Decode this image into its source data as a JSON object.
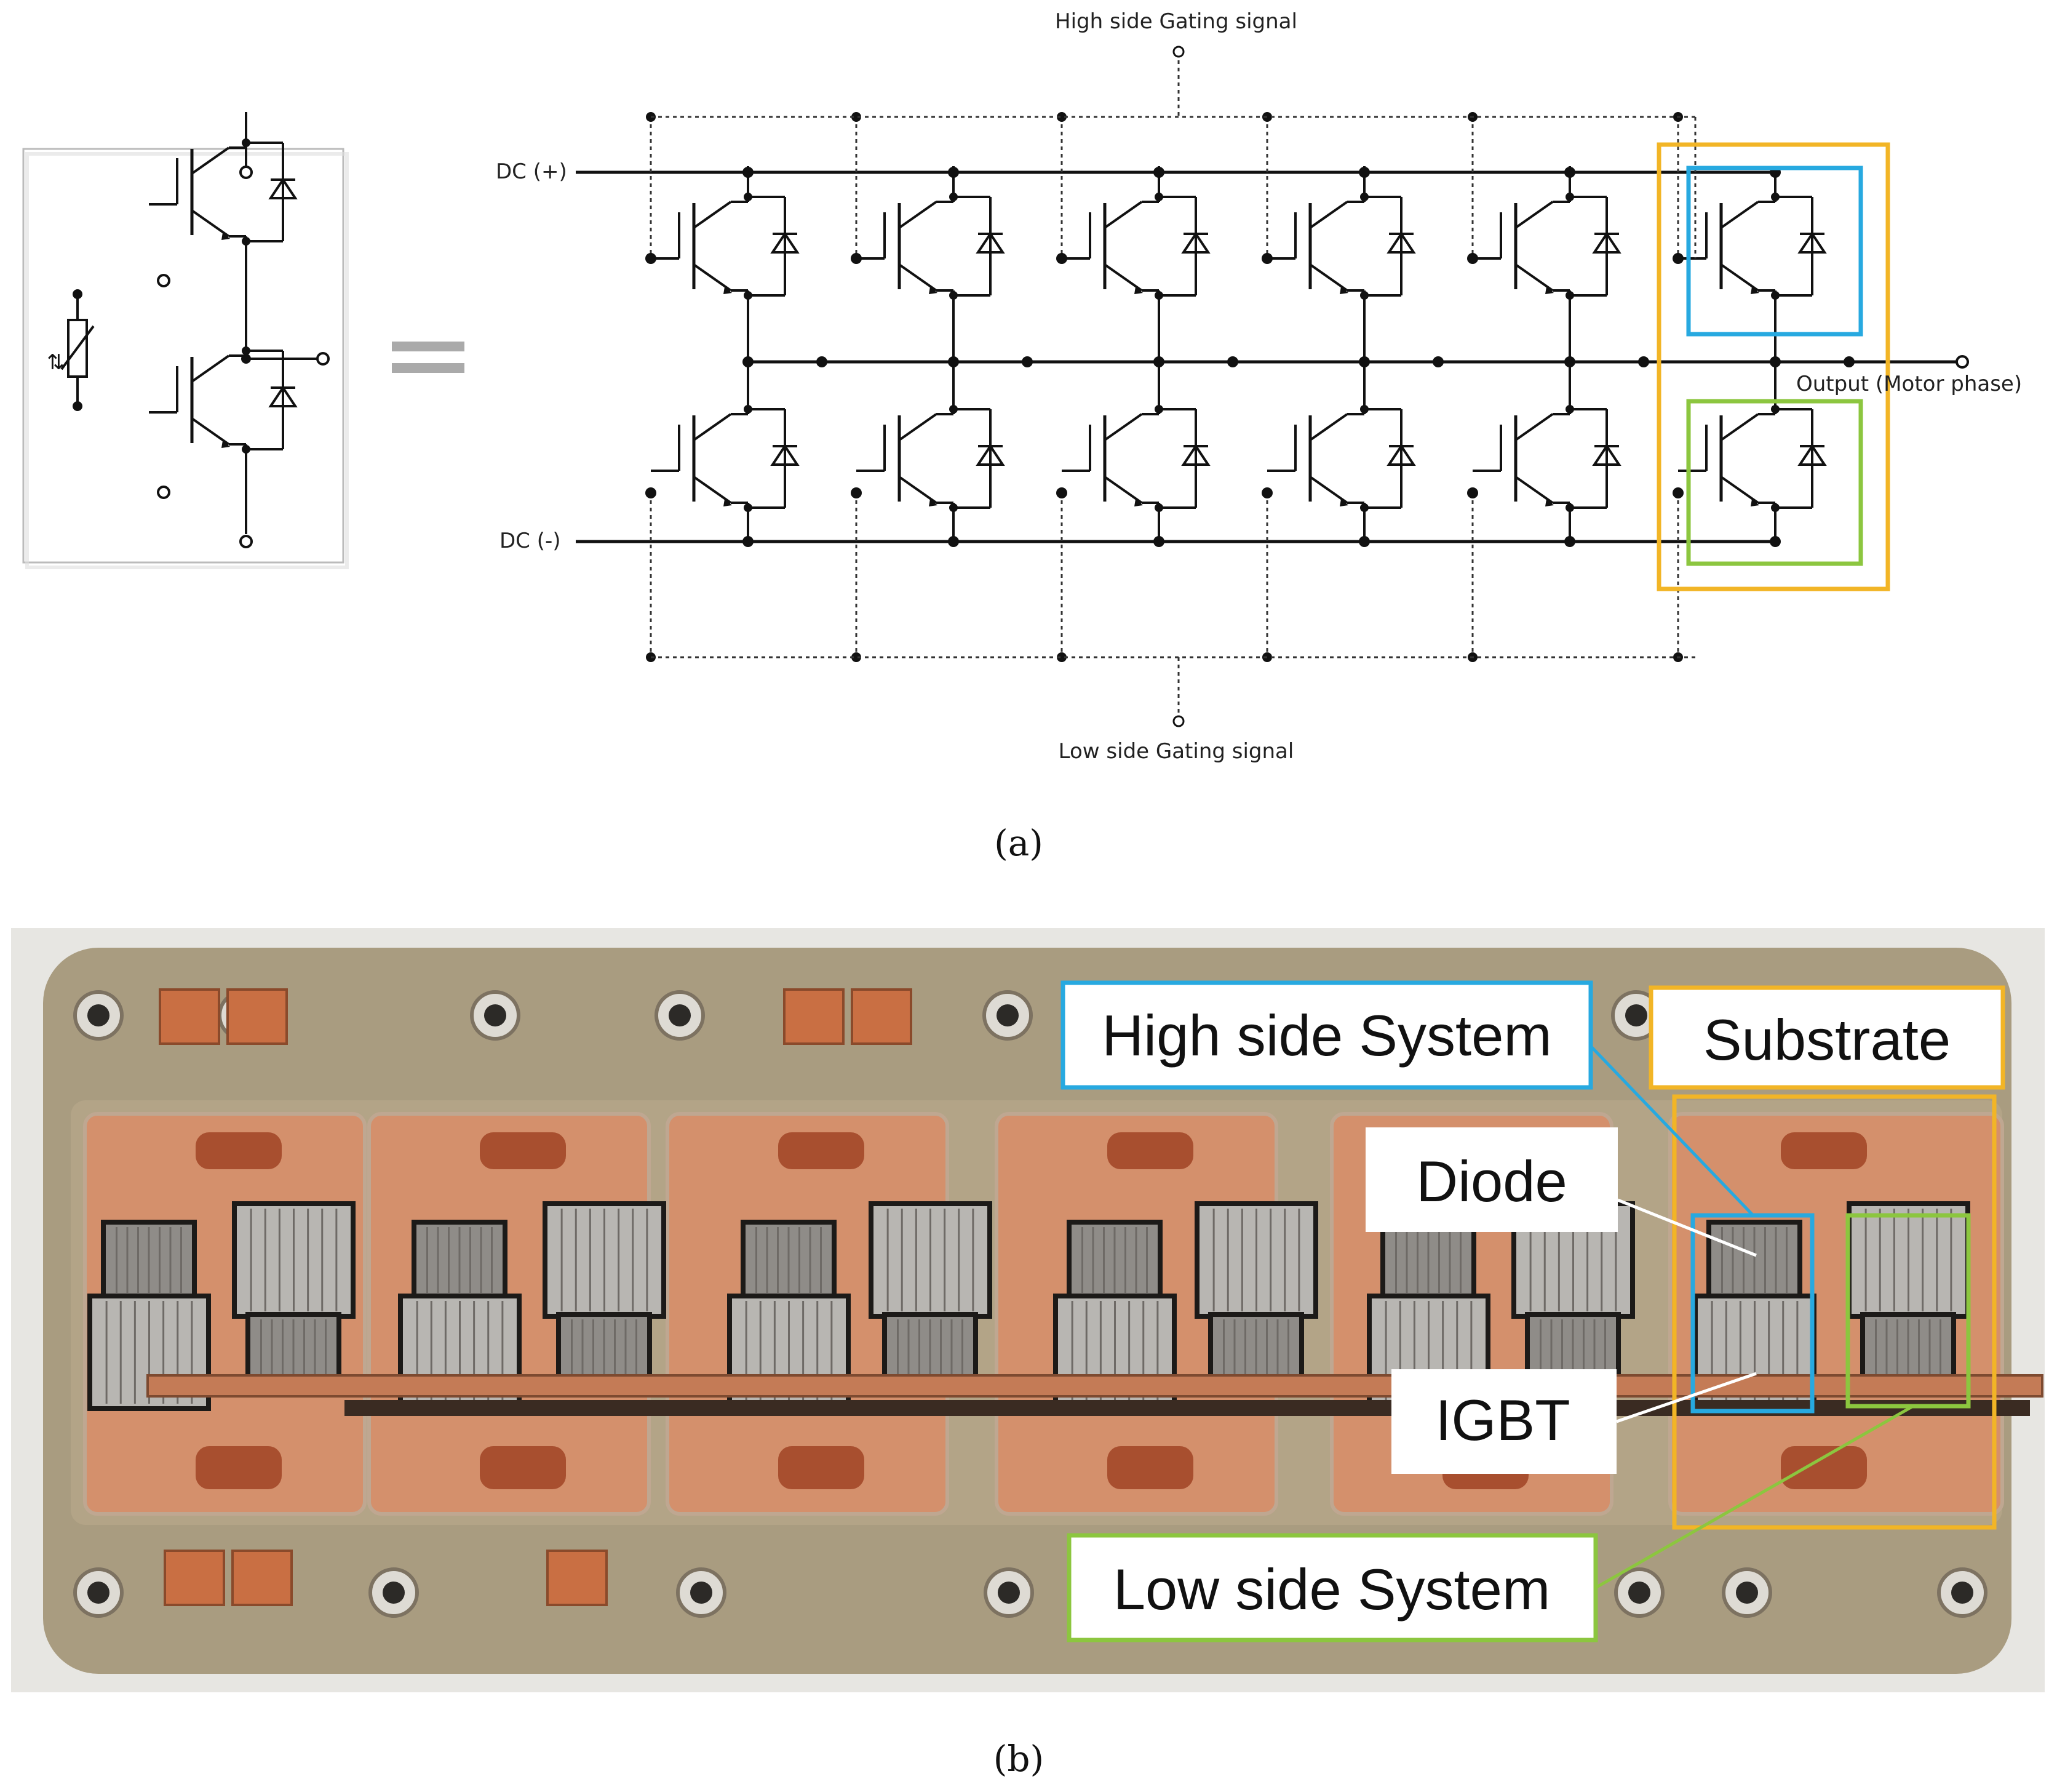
{
  "schematic": {
    "high_gate_label": "High side Gating signal",
    "low_gate_label": "Low side Gating signal",
    "dc_plus_label": "DC (+)",
    "dc_minus_label": "DC (-)",
    "output_label": "Output (Motor phase)",
    "caption": "(a)",
    "highlight_colors": {
      "substrate": "#f2b526",
      "high_side": "#27a9e0",
      "low_side": "#8cc63f"
    }
  },
  "photo": {
    "caption": "(b)",
    "callouts": {
      "high_side": "High side System",
      "substrate": "Substrate",
      "diode": "Diode",
      "igbt": "IGBT",
      "low_side": "Low side System"
    }
  }
}
